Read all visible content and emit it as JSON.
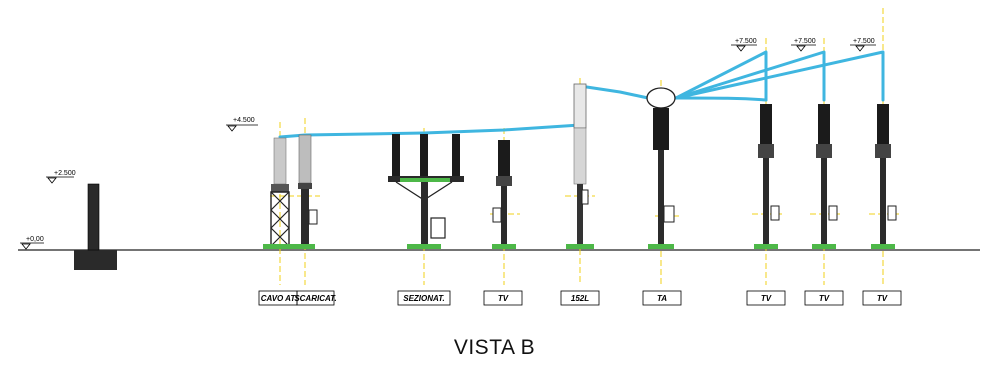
{
  "title": "VISTA B",
  "levels": [
    "+0,00",
    "+2.500",
    "+4.500",
    "+7.500",
    "+7.500",
    "+7.500"
  ],
  "equipment_labels": [
    "CAVO AT",
    "SCARICAT.",
    "SEZIONAT.",
    "TV",
    "152L",
    "TA",
    "TV",
    "TV",
    "TV"
  ],
  "colors": {
    "conductor": "#3fb6e0",
    "axis": "#f2d21a",
    "base": "#4db848",
    "ground": "#222222",
    "insulator": "#1b1b1b"
  }
}
